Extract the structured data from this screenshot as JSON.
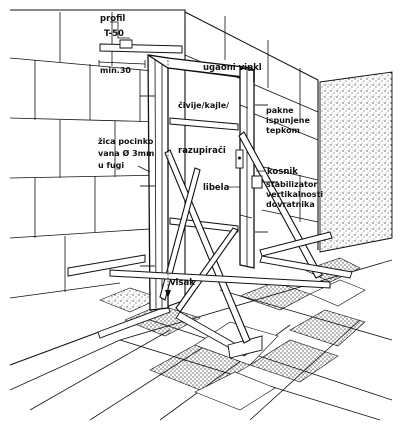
{
  "labels": {
    "profil": "profil",
    "t50": "T-50",
    "min30": "min.30",
    "ugaoni_vinkl": "ugaoni vinkl",
    "civije_kajle": "čivije/kajle/",
    "pakne_1": "pakne",
    "pakne_2": "ispunjene",
    "pakne_3": "tepkom",
    "razupiraci": "razupirači",
    "zica_1": "žica pocinko",
    "zica_2": "vana Ø 3mm",
    "zica_3": "u fugi",
    "kosnik": "kosnik",
    "libela": "libela",
    "stab_1": "stabilizator",
    "stab_2": "vertikalnosti",
    "stab_3": "dovratnika",
    "visak": "visak"
  },
  "colors": {
    "ink": "#111111",
    "paper": "#ffffff"
  }
}
